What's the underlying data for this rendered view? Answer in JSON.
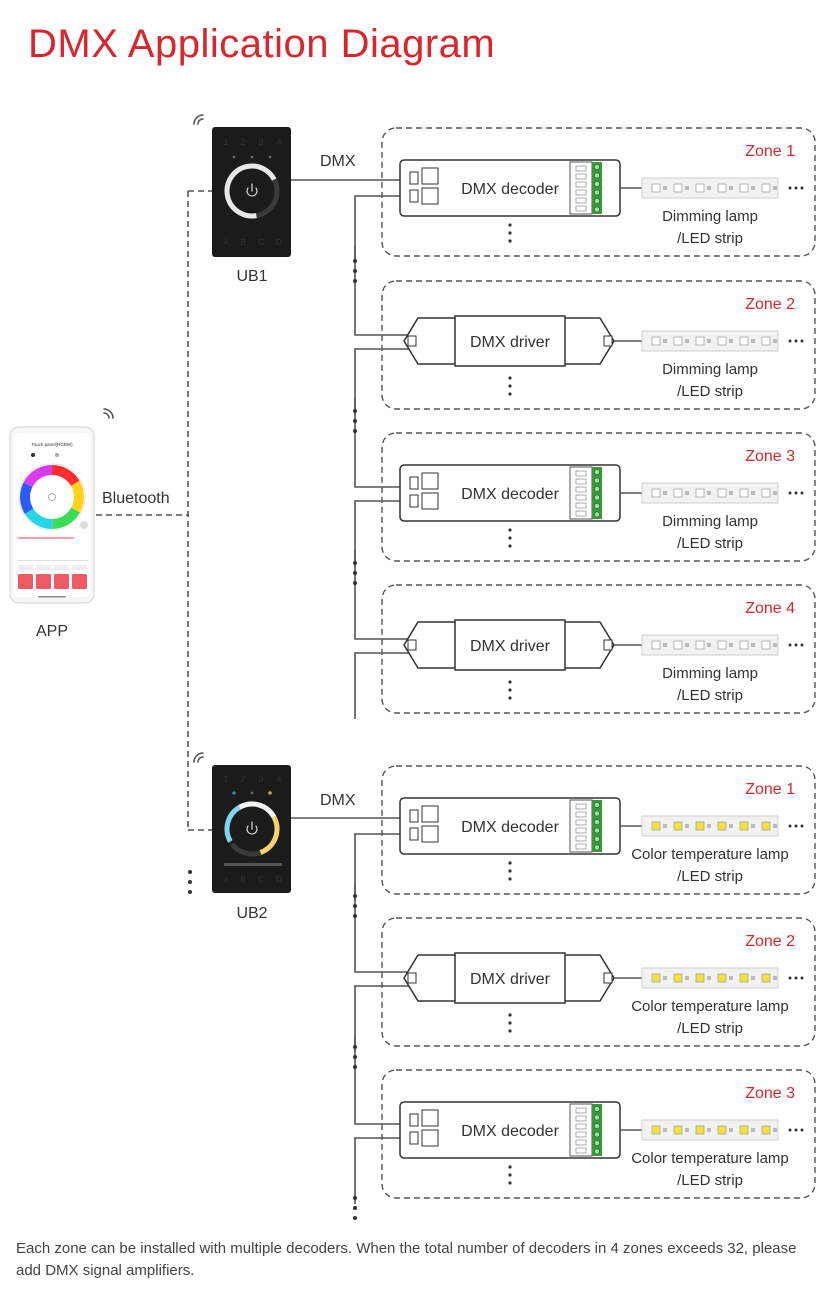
{
  "title": "DMX Application Diagram",
  "colors": {
    "accent": "#d9262d",
    "line": "#555555",
    "panel": "#1b1b1b"
  },
  "app": {
    "label": "APP",
    "phone_title": "Touch panel(RGBW)"
  },
  "link": {
    "bluetooth": "Bluetooth",
    "dmx": "DMX"
  },
  "panels": [
    {
      "label": "UB1",
      "channels": [
        "1",
        "2",
        "3",
        "4"
      ],
      "zones": [
        "A",
        "B",
        "C",
        "D"
      ]
    },
    {
      "label": "UB2",
      "channels": [
        "1",
        "2",
        "3",
        "4"
      ],
      "zones": [
        "A",
        "B",
        "C",
        "D"
      ]
    }
  ],
  "groups": [
    {
      "panel": "UB1",
      "zones": [
        {
          "zone": "Zone 1",
          "device": "DMX decoder",
          "lamp_line1": "Dimming lamp",
          "lamp_line2": "/LED strip"
        },
        {
          "zone": "Zone 2",
          "device": "DMX driver",
          "lamp_line1": "Dimming lamp",
          "lamp_line2": "/LED strip"
        },
        {
          "zone": "Zone 3",
          "device": "DMX decoder",
          "lamp_line1": "Dimming lamp",
          "lamp_line2": "/LED strip"
        },
        {
          "zone": "Zone 4",
          "device": "DMX driver",
          "lamp_line1": "Dimming lamp",
          "lamp_line2": "/LED strip"
        }
      ]
    },
    {
      "panel": "UB2",
      "zones": [
        {
          "zone": "Zone 1",
          "device": "DMX decoder",
          "lamp_line1": "Color temperature lamp",
          "lamp_line2": "/LED strip"
        },
        {
          "zone": "Zone 2",
          "device": "DMX driver",
          "lamp_line1": "Color temperature lamp",
          "lamp_line2": "/LED strip"
        },
        {
          "zone": "Zone 3",
          "device": "DMX decoder",
          "lamp_line1": "Color temperature lamp",
          "lamp_line2": "/LED strip"
        }
      ]
    }
  ],
  "footnote": "Each zone can be installed with multiple decoders. When the total number of decoders in 4 zones exceeds 32, please add DMX signal amplifiers."
}
